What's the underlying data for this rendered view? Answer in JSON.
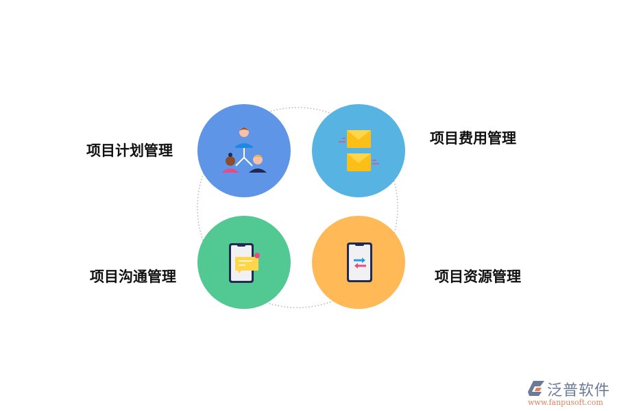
{
  "items": [
    {
      "label": "项目计划管理",
      "icon": "team-hierarchy-icon",
      "color": "#5F95E6"
    },
    {
      "label": "项目费用管理",
      "icon": "envelopes-icon",
      "color": "#57B3E2"
    },
    {
      "label": "项目沟通管理",
      "icon": "phone-message-icon",
      "color": "#52C993"
    },
    {
      "label": "项目资源管理",
      "icon": "phone-transfer-icon",
      "color": "#FFB957"
    }
  ],
  "logo": {
    "name": "泛普软件",
    "url": "www.fanpusoft.com"
  }
}
